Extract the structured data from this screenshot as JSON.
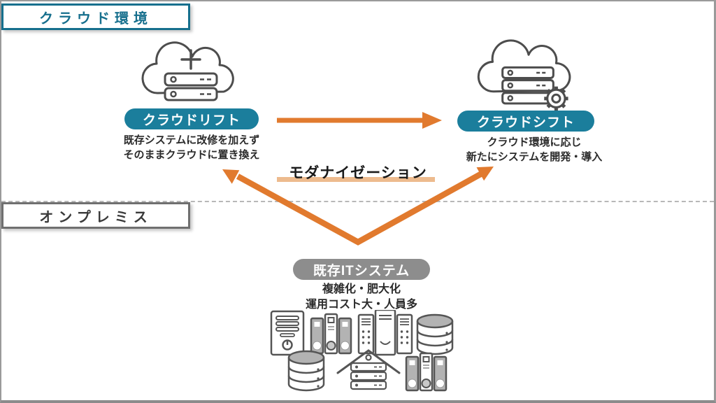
{
  "diagram": {
    "cloud_zone_label": "クラウド環境",
    "onprem_zone_label": "オンプレミス",
    "modernization_label": "モダナイゼーション",
    "cloud_lift": {
      "label": "クラウドリフト",
      "desc1": "既存システムに改修を加えず",
      "desc2": "そのままクラウドに置き換え"
    },
    "cloud_shift": {
      "label": "クラウドシフト",
      "desc1": "クラウド環境に応じ",
      "desc2": "新たにシステムを開発・導入"
    },
    "existing_system": {
      "label": "既存ITシステム",
      "desc1": "複雑化・肥大化",
      "desc2": "運用コスト大・人員多"
    },
    "icons": {
      "cloud_lift_icon": "cloud-with-plus-and-servers",
      "cloud_shift_icon": "cloud-with-servers-and-gear",
      "existing_system_icons": [
        "tower-server",
        "rack-servers",
        "mainframe",
        "database",
        "database",
        "server-house",
        "rack-servers"
      ]
    },
    "colors": {
      "teal": "#1b7e9c",
      "teal_dark": "#166f8d",
      "orange": "#e17a2e",
      "peach_underline": "#edbb8e",
      "gray_pill": "#8d8d8d",
      "zone_border_gray": "#6f6f6f",
      "icon_stroke": "#4d4d4d"
    }
  }
}
